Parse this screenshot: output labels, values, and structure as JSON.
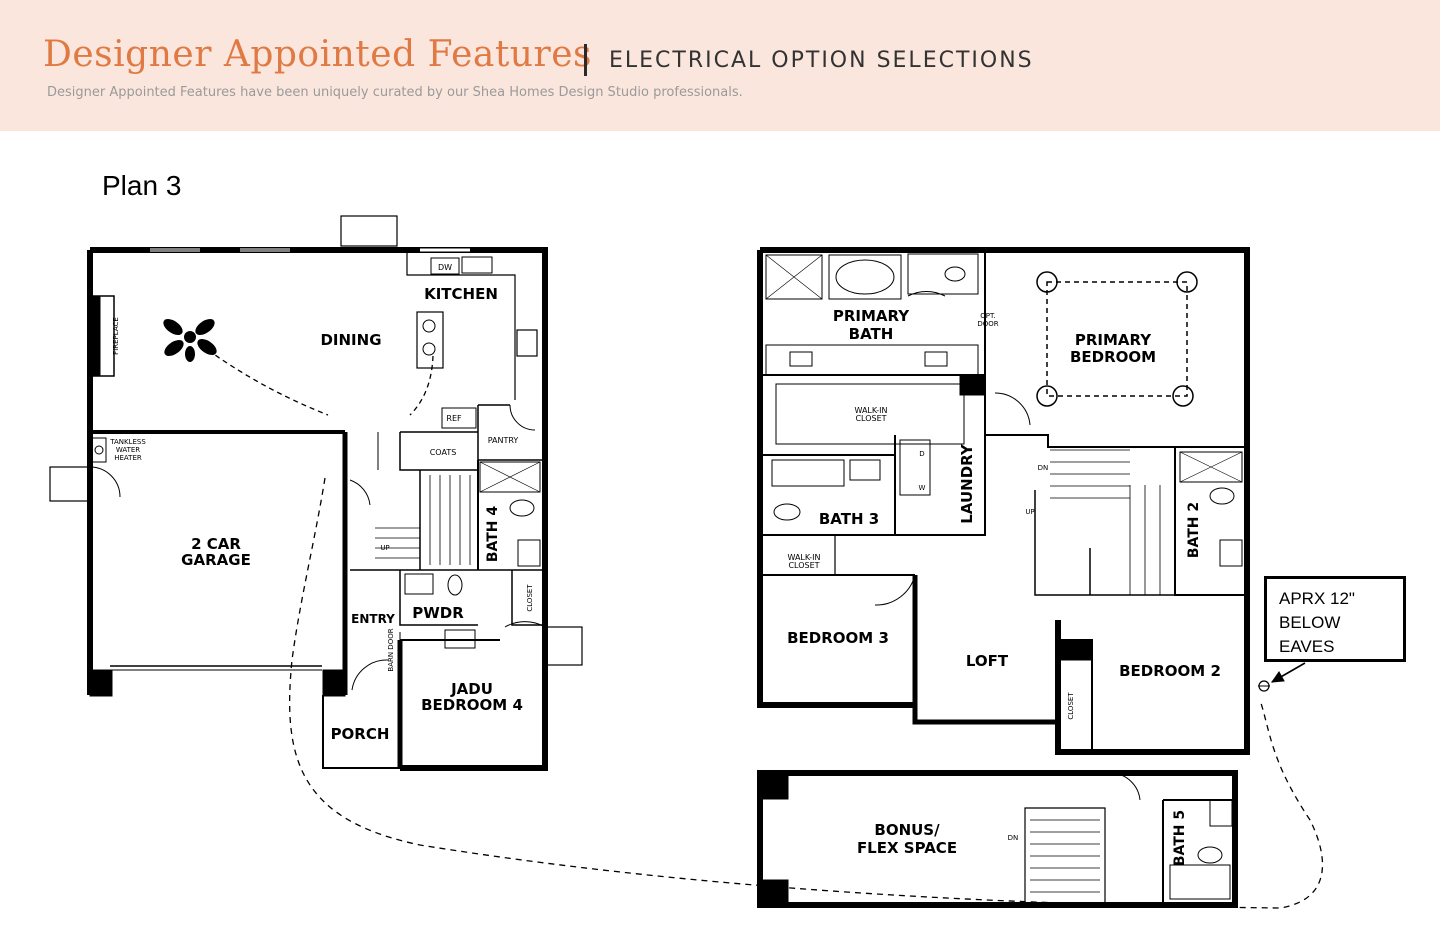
{
  "header": {
    "title": "Designer Appointed Features",
    "subtitle": "ELECTRICAL OPTION SELECTIONS",
    "description": "Designer Appointed Features have been uniquely curated by our Shea Homes Design Studio professionals."
  },
  "plan_label": "Plan 3",
  "first_floor": {
    "rooms": {
      "kitchen": "KITCHEN",
      "dining": "DINING",
      "garage_line1": "2 CAR",
      "garage_line2": "GARAGE",
      "entry": "ENTRY",
      "pwdr": "PWDR",
      "porch": "PORCH",
      "jadu_line1": "JADU",
      "jadu_line2": "BEDROOM 4",
      "bath4": "BATH 4"
    },
    "labels": {
      "fireplace": "FIREPLACE",
      "dw": "DW",
      "ref": "REF",
      "pantry": "PANTRY",
      "coats": "COATS",
      "up": "UP",
      "closet": "CLOSET",
      "barn_door": "BARN DOOR",
      "tankless_1": "TANKLESS",
      "tankless_2": "WATER",
      "tankless_3": "HEATER"
    }
  },
  "second_floor": {
    "rooms": {
      "primary_bath_1": "PRIMARY",
      "primary_bath_2": "BATH",
      "primary_bed_1": "PRIMARY",
      "primary_bed_2": "BEDROOM",
      "bath3": "BATH 3",
      "laundry": "LAUNDRY",
      "bath2": "BATH 2",
      "bedroom3": "BEDROOM 3",
      "loft": "LOFT",
      "bedroom2": "BEDROOM 2",
      "bonus_1": "BONUS/",
      "bonus_2": "FLEX SPACE",
      "bath5": "BATH 5"
    },
    "labels": {
      "walkin_1": "WALK-IN",
      "walkin_2": "CLOSET",
      "opt_1": "OPT.",
      "opt_2": "DOOR",
      "dn": "DN",
      "up": "UP",
      "closet": "CLOSET",
      "w": "W",
      "d": "D"
    }
  },
  "note": "APRX 12\"\nBELOW\nEAVES",
  "colors": {
    "header_bg": "#fbe6dd",
    "title": "#e07a45"
  }
}
